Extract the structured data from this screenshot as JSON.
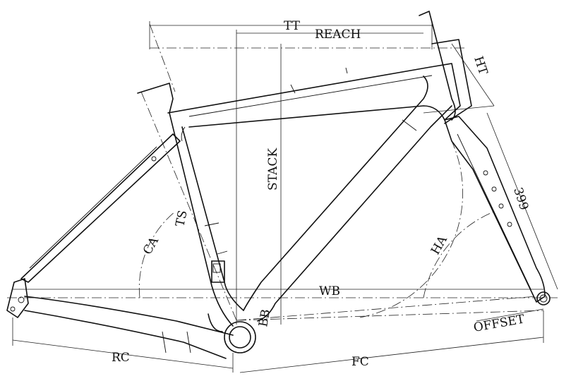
{
  "labels": {
    "tt": "TT",
    "reach": "REACH",
    "ht": "HT",
    "stack": "STACK",
    "ts": "TS",
    "ca": "CA",
    "ha": "HA",
    "wb": "WB",
    "bb": "BB",
    "offset": "OFFSET",
    "rc": "RC",
    "fc": "FC",
    "fork_length": "399"
  },
  "colors": {
    "line": "#111111",
    "background": "#ffffff"
  }
}
